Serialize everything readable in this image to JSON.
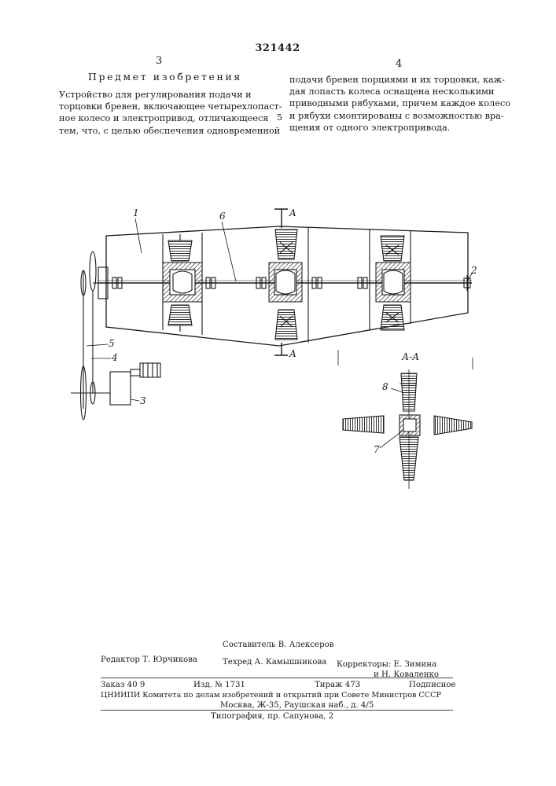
{
  "header": {
    "patent_number": "321442",
    "left_column_number": "3",
    "right_column_number": "4",
    "section_title": "Предмет изобретения",
    "line_marker": "5"
  },
  "text": {
    "left_lines": [
      "Устройство для регулирования подачи и",
      "торцовки бревен, включающее четырехлопаст-",
      "ное колесо и электропривод, отличающееся",
      "тем, что, с целью обеспечения одновременной"
    ],
    "right_lines": [
      "подачи бревен порциями и их торцовки, каж-",
      "дая лопасть колеса оснащена несколькими",
      "приводными рябухами, причем каждое колесо",
      "и рябухи смонтированы с возможностью вра-",
      "щения от одного электропривода."
    ]
  },
  "figure": {
    "labels": {
      "l1": "1",
      "l2": "2",
      "l3": "3",
      "l4": "4",
      "l5": "5",
      "l6": "6",
      "l7": "7",
      "l8": "8",
      "section_top": "A",
      "section_bottom": "A",
      "section_view": "А-А"
    }
  },
  "credits": {
    "compiler": "Составитель В. Алексеров",
    "editor": "Редактор Т. Юрчикова",
    "techred": "Техред А. Камышникова",
    "correctors_1": "Корректоры: Е. Зимина",
    "correctors_2": "и Н. Коваленко",
    "order": "Заказ 40 9",
    "izd": "Изд. № 1731",
    "tirazh": "Тираж 473",
    "podpisnoe": "Подписное",
    "org_line": "ЦНИИПИ Комитета по делам изобретений и открытий при Совете Министров СССР",
    "address": "Москва, Ж-35, Раушская наб., д. 4/5",
    "printing": "Типография, пр. Сапунова, 2"
  }
}
